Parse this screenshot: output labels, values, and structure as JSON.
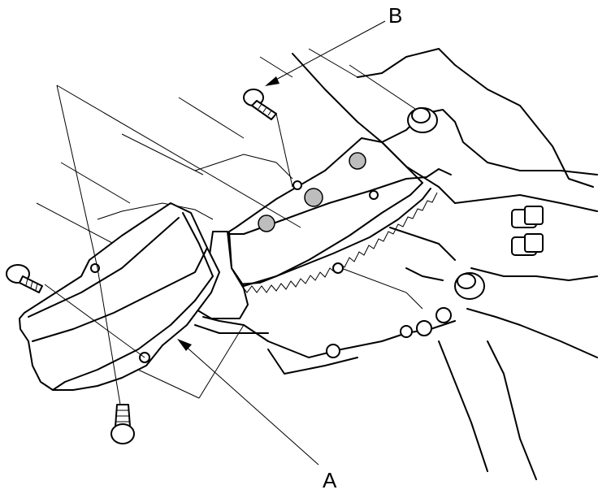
{
  "figure": {
    "callouts": [
      {
        "id": "A",
        "label": "A"
      },
      {
        "id": "B",
        "label": "B"
      }
    ],
    "icons": [
      "bolt-icon",
      "leader-arrow"
    ],
    "colors": {
      "ink": "#000000",
      "shade": "#d4d4d4",
      "paper": "#ffffff"
    }
  }
}
